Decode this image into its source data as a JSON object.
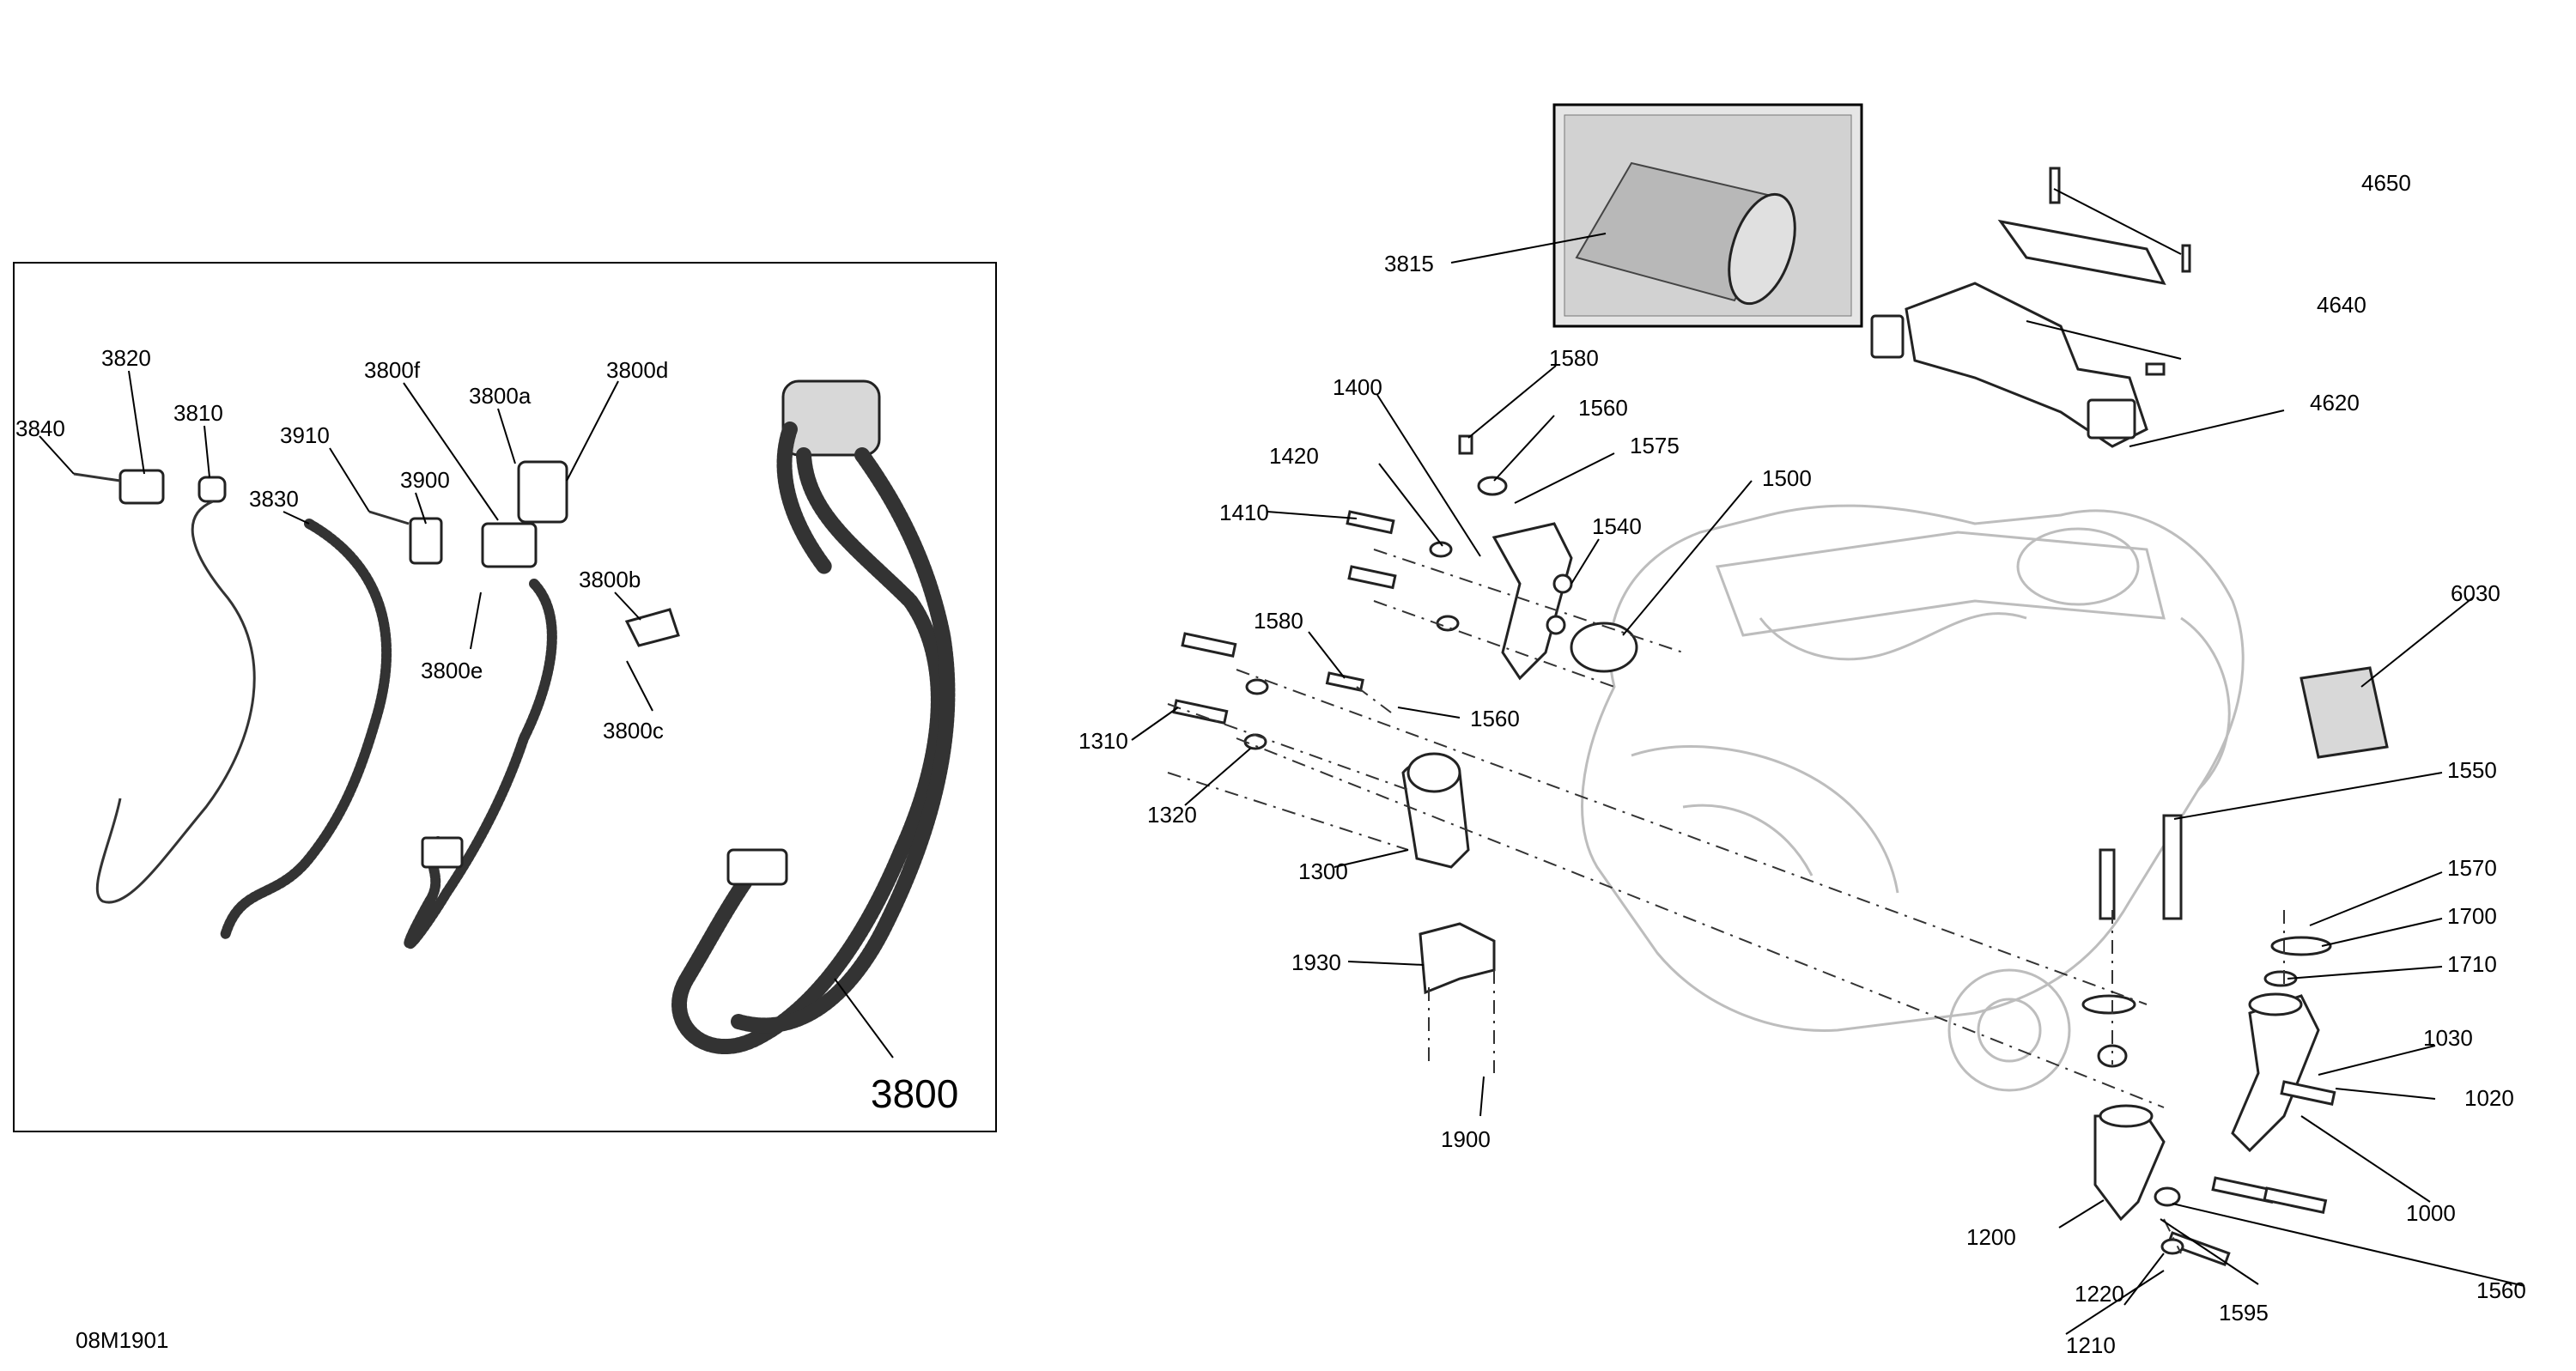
{
  "diagram_code": "08M1901",
  "inset_callouts": {
    "c3840": "3840",
    "c3820": "3820",
    "c3810": "3810",
    "c3830": "3830",
    "c3910": "3910",
    "c3900": "3900",
    "c3800f": "3800f",
    "c3800a": "3800a",
    "c3800d": "3800d",
    "c3800b": "3800b",
    "c3800e": "3800e",
    "c3800c": "3800c",
    "c3800": "3800"
  },
  "main_callouts": {
    "c3815": "3815",
    "c4650": "4650",
    "c4640": "4640",
    "c4620": "4620",
    "c1580a": "1580",
    "c1560a": "1560",
    "c1575": "1575",
    "c1400": "1400",
    "c1420": "1420",
    "c1410": "1410",
    "c1500": "1500",
    "c1540": "1540",
    "c6030": "6030",
    "c1580b": "1580",
    "c1560b": "1560",
    "c1310": "1310",
    "c1320": "1320",
    "c1300": "1300",
    "c1550": "1550",
    "c1570": "1570",
    "c1700": "1700",
    "c1710": "1710",
    "c1930": "1930",
    "c1900": "1900",
    "c1030": "1030",
    "c1020": "1020",
    "c1000": "1000",
    "c1200": "1200",
    "c1560c": "1560",
    "c1220": "1220",
    "c1595": "1595",
    "c1210": "1210"
  }
}
